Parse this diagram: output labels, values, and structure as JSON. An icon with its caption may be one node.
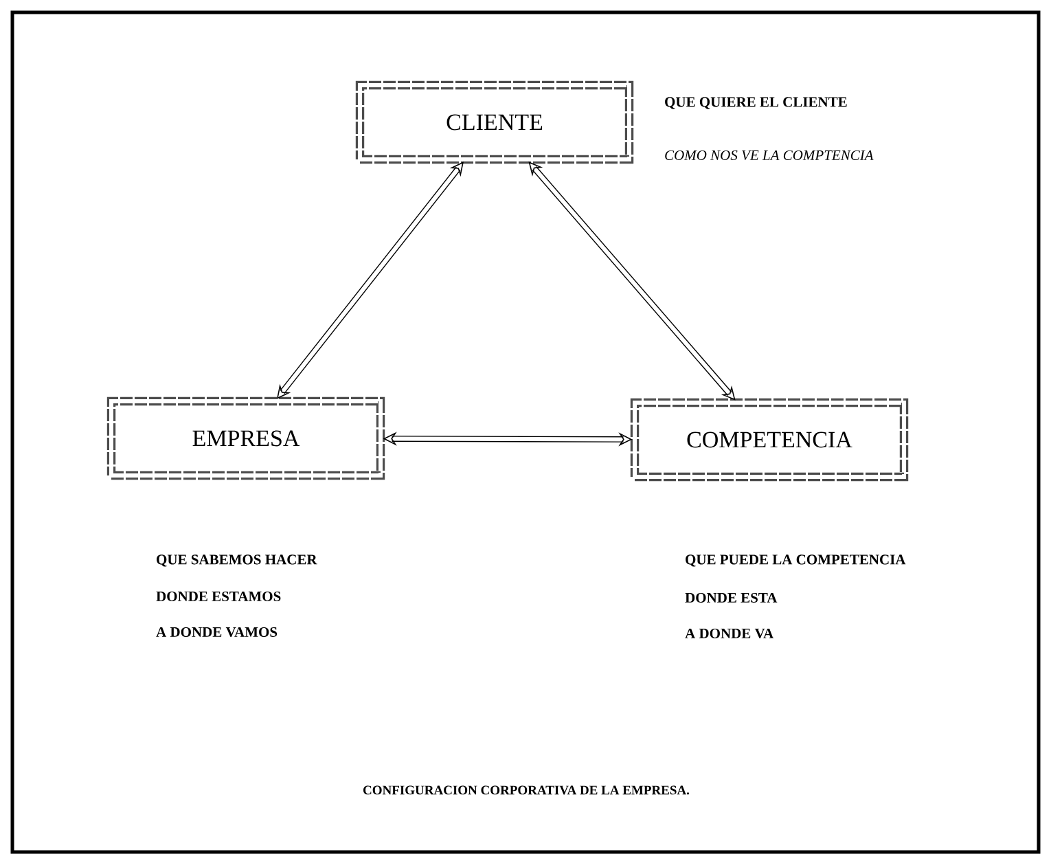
{
  "diagram": {
    "caption": "CONFIGURACION CORPORATIVA DE LA EMPRESA.",
    "nodes": [
      {
        "text": [
          "CLIENTE"
        ],
        "beside": [
          "QUE QUIERE EL CLIENTE",
          "COMO NOS VE LA COMPTENCIA"
        ]
      },
      {
        "text": [
          "EMPRESA"
        ],
        "beside": [
          "QUE SABEMOS HACER",
          "DONDE ESTAMOS",
          "A DONDE VAMOS"
        ]
      },
      {
        "text": [
          "COMPETENCIA"
        ],
        "beside": [
          "QUE PUEDE LA COMPETENCIA",
          "DONDE ESTA",
          "A DONDE VA"
        ]
      }
    ],
    "edges": [
      {
        "from": 0,
        "to": 1,
        "arrow": "both"
      },
      {
        "from": 0,
        "to": 2,
        "arrow": "both"
      },
      {
        "from": 1,
        "to": 2,
        "arrow": "both"
      }
    ]
  }
}
